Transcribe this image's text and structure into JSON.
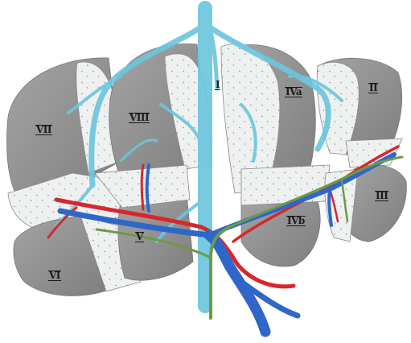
{
  "segments": {
    "s1": "I",
    "s2": "II",
    "s3": "III",
    "s4a": "IVa",
    "s4b": "IVb",
    "s5": "V",
    "s6": "VI",
    "s7": "VII",
    "s8": "VIII"
  },
  "colors": {
    "segment_gray": "#8e8e8e",
    "segment_cut": "#eef1f0",
    "hepatic_veins": "#6cc6dd",
    "portal_vein": "#2f66c8",
    "hepatic_artery": "#d8262b",
    "bile_duct": "#6c9a48"
  }
}
